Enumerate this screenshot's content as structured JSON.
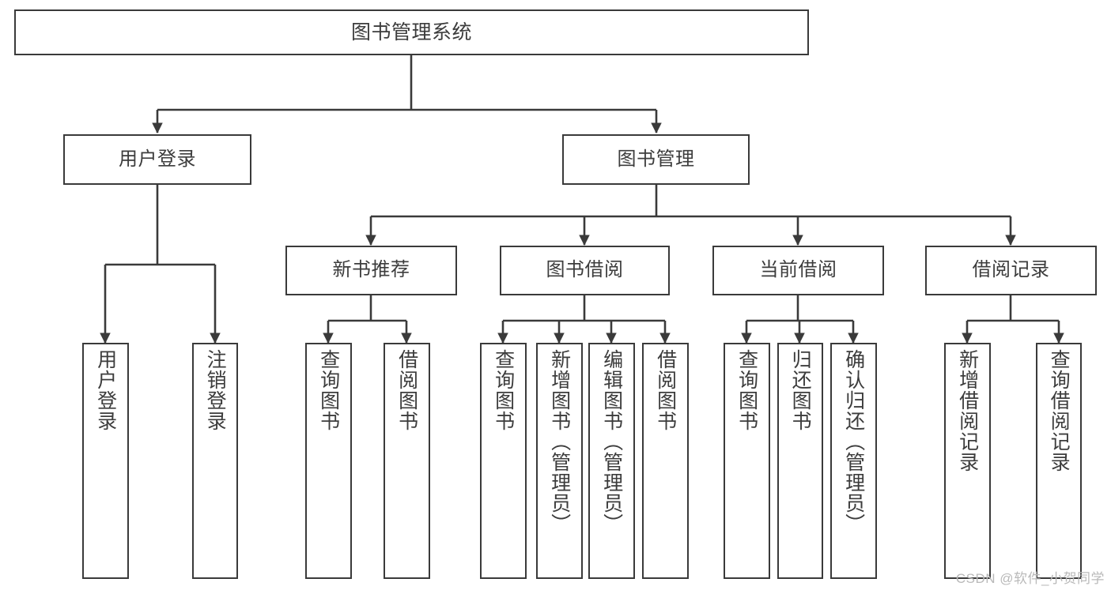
{
  "diagram": {
    "title": "图书管理系统",
    "type": "hierarchy-tree",
    "watermark": "CSDN @软件_小贺同学",
    "colors": {
      "box_border": "#3a3a3a",
      "box_fill": "#ffffff",
      "edge": "#3a3a3a",
      "text": "#3c3c3c",
      "watermark": "#b9b9b9"
    },
    "levels": [
      {
        "level": 1,
        "nodes": [
          {
            "id": "root",
            "label": "图书管理系统",
            "orientation": "horizontal"
          }
        ]
      },
      {
        "level": 2,
        "nodes": [
          {
            "id": "user-login",
            "label": "用户登录",
            "orientation": "horizontal",
            "parent": "root"
          },
          {
            "id": "book-manage",
            "label": "图书管理",
            "orientation": "horizontal",
            "parent": "root"
          }
        ]
      },
      {
        "level": 3,
        "nodes": [
          {
            "id": "new-book-rec",
            "label": "新书推荐",
            "orientation": "horizontal",
            "parent": "book-manage"
          },
          {
            "id": "book-borrow",
            "label": "图书借阅",
            "orientation": "horizontal",
            "parent": "book-manage"
          },
          {
            "id": "current-borrow",
            "label": "当前借阅",
            "orientation": "horizontal",
            "parent": "book-manage"
          },
          {
            "id": "borrow-record",
            "label": "借阅记录",
            "orientation": "horizontal",
            "parent": "book-manage"
          }
        ]
      },
      {
        "level": 4,
        "nodes": [
          {
            "id": "leaf-user-login",
            "label": "用户登录",
            "orientation": "vertical",
            "parent": "user-login"
          },
          {
            "id": "leaf-user-logout",
            "label": "注销登录",
            "orientation": "vertical",
            "parent": "user-login"
          },
          {
            "id": "leaf-query-book-1",
            "label": "查询图书",
            "orientation": "vertical",
            "parent": "new-book-rec"
          },
          {
            "id": "leaf-borrow-book-1",
            "label": "借阅图书",
            "orientation": "vertical",
            "parent": "new-book-rec"
          },
          {
            "id": "leaf-query-book-2",
            "label": "查询图书",
            "orientation": "vertical",
            "parent": "book-borrow"
          },
          {
            "id": "leaf-add-book",
            "label": "新增图书（管理员）",
            "orientation": "vertical",
            "parent": "book-borrow"
          },
          {
            "id": "leaf-edit-book",
            "label": "编辑图书（管理员）",
            "orientation": "vertical",
            "parent": "book-borrow"
          },
          {
            "id": "leaf-borrow-book-2",
            "label": "借阅图书",
            "orientation": "vertical",
            "parent": "book-borrow"
          },
          {
            "id": "leaf-query-book-3",
            "label": "查询图书",
            "orientation": "vertical",
            "parent": "current-borrow"
          },
          {
            "id": "leaf-return-book",
            "label": "归还图书",
            "orientation": "vertical",
            "parent": "current-borrow"
          },
          {
            "id": "leaf-confirm-return",
            "label": "确认归还（管理员）",
            "orientation": "vertical",
            "parent": "current-borrow"
          },
          {
            "id": "leaf-add-record",
            "label": "新增借阅记录",
            "orientation": "vertical",
            "parent": "borrow-record"
          },
          {
            "id": "leaf-query-record",
            "label": "查询借阅记录",
            "orientation": "vertical",
            "parent": "borrow-record"
          }
        ]
      }
    ]
  }
}
